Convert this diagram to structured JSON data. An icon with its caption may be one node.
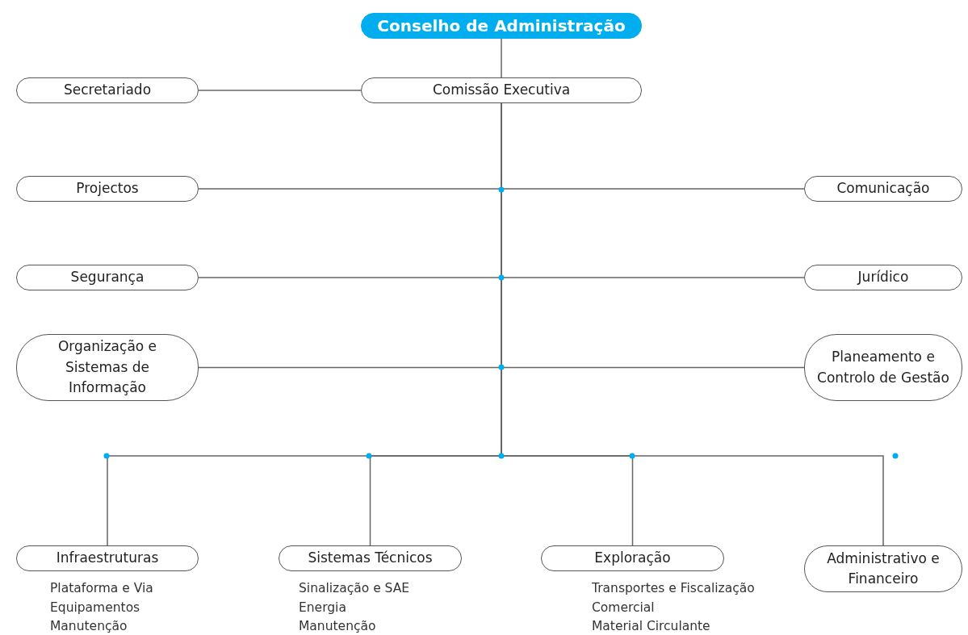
{
  "diagram": {
    "nodes": [
      {
        "text": [
          "Conselho de Administração"
        ]
      },
      {
        "text": [
          "Comissão Executiva"
        ]
      },
      {
        "text": [
          "Secretariado"
        ]
      },
      {
        "text": [
          "Projectos"
        ]
      },
      {
        "text": [
          "Comunicação"
        ]
      },
      {
        "text": [
          "Segurança"
        ]
      },
      {
        "text": [
          "Jurídico"
        ]
      },
      {
        "text": [
          "Organização e Sistemas de Informação"
        ]
      },
      {
        "text": [
          "Planeamento e Controlo de Gestão"
        ]
      },
      {
        "text": [
          "Infraestruturas"
        ],
        "beside": [
          "Plataforma e Via",
          "Equipamentos",
          "Manutenção"
        ]
      },
      {
        "text": [
          "Sistemas Técnicos"
        ],
        "beside": [
          "Sinalização e SAE",
          "Energia",
          "Manutenção"
        ]
      },
      {
        "text": [
          "Exploração"
        ],
        "beside": [
          "Transportes e Fiscalização",
          "Comercial",
          "Material Circulante"
        ]
      },
      {
        "text": [
          "Administrativo e Financeiro"
        ]
      }
    ],
    "edges": [
      {
        "from": 0,
        "to": 1,
        "arrow": "none"
      },
      {
        "from": 1,
        "to": 2,
        "arrow": "none"
      },
      {
        "from": 1,
        "to": 3,
        "arrow": "none"
      },
      {
        "from": 1,
        "to": 4,
        "arrow": "none"
      },
      {
        "from": 1,
        "to": 5,
        "arrow": "none"
      },
      {
        "from": 1,
        "to": 6,
        "arrow": "none"
      },
      {
        "from": 1,
        "to": 7,
        "arrow": "none"
      },
      {
        "from": 1,
        "to": 8,
        "arrow": "none"
      },
      {
        "from": 1,
        "to": 9,
        "arrow": "none"
      },
      {
        "from": 1,
        "to": 10,
        "arrow": "none"
      },
      {
        "from": 1,
        "to": 11,
        "arrow": "none"
      },
      {
        "from": 1,
        "to": 12,
        "arrow": "none"
      }
    ]
  }
}
